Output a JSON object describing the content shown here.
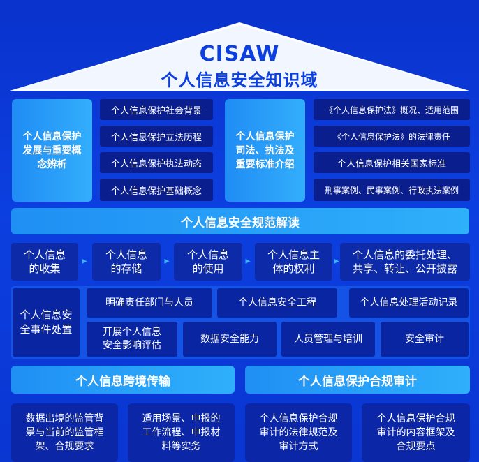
{
  "roof": {
    "title": "CISAW",
    "subtitle": "个人信息安全知识域"
  },
  "top_left": {
    "label": "个人信息保护\n发展与重要概\n念辨析",
    "items": [
      "个人信息保护社会背景",
      "个人信息保护立法历程",
      "个人信息保护执法动态",
      "个人信息保护基础概念"
    ]
  },
  "top_right": {
    "label": "个人信息保护\n司法、执法及\n重要标准介绍",
    "items": [
      "《个人信息保护法》概况、适用范围",
      "《个人信息保护法》的法律责任",
      "个人信息保护相关国家标准",
      "刑事案例、民事案例、行政执法案例"
    ]
  },
  "spec_banner": "个人信息安全规范解读",
  "flow": [
    "个人信息\n的收集",
    "个人信息\n的存储",
    "个人信息\n的使用",
    "个人信息主\n体的权利",
    "个人信息的委托处理、\n共享、转让、公开披露"
  ],
  "incident": {
    "label": "个人信息安\n全事件处置",
    "row1": [
      "明确责任部门与人员",
      "个人信息安全工程",
      "个人信息处理活动记录"
    ],
    "row2": [
      "开展个人信息\n安全影响评估",
      "数据安全能力",
      "人员管理与培训",
      "安全审计"
    ]
  },
  "bottom": {
    "left_banner": "个人信息跨境传输",
    "right_banner": "个人信息保护合规审计",
    "boxes": [
      "数据出境的监管背\n景与当前的监管框\n架、合规要求",
      "适用场景、申报的\n工作流程、申报材\n料等实务",
      "个人信息保护合规\n审计的法律规范及\n审计方式",
      "个人信息保护合规\n审计的内容框架及\n合规要点"
    ]
  },
  "colors": {
    "background": "#0c3fe0",
    "light_blue": "#2ba3f8",
    "dark_box": "#0a1e8e",
    "arrow": "#3fb2ff"
  }
}
